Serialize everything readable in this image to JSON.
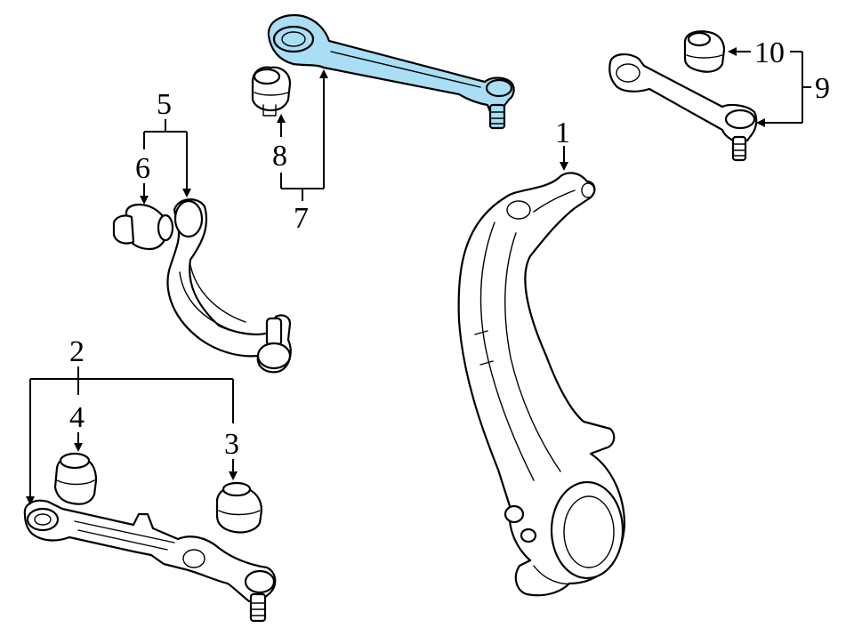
{
  "colors": {
    "highlight": "#a9def4",
    "line": "#000000",
    "background": "#ffffff"
  },
  "callouts": {
    "c1": "1",
    "c2": "2",
    "c3": "3",
    "c4": "4",
    "c5": "5",
    "c6": "6",
    "c7": "7",
    "c8": "8",
    "c9": "9",
    "c10": "10"
  }
}
